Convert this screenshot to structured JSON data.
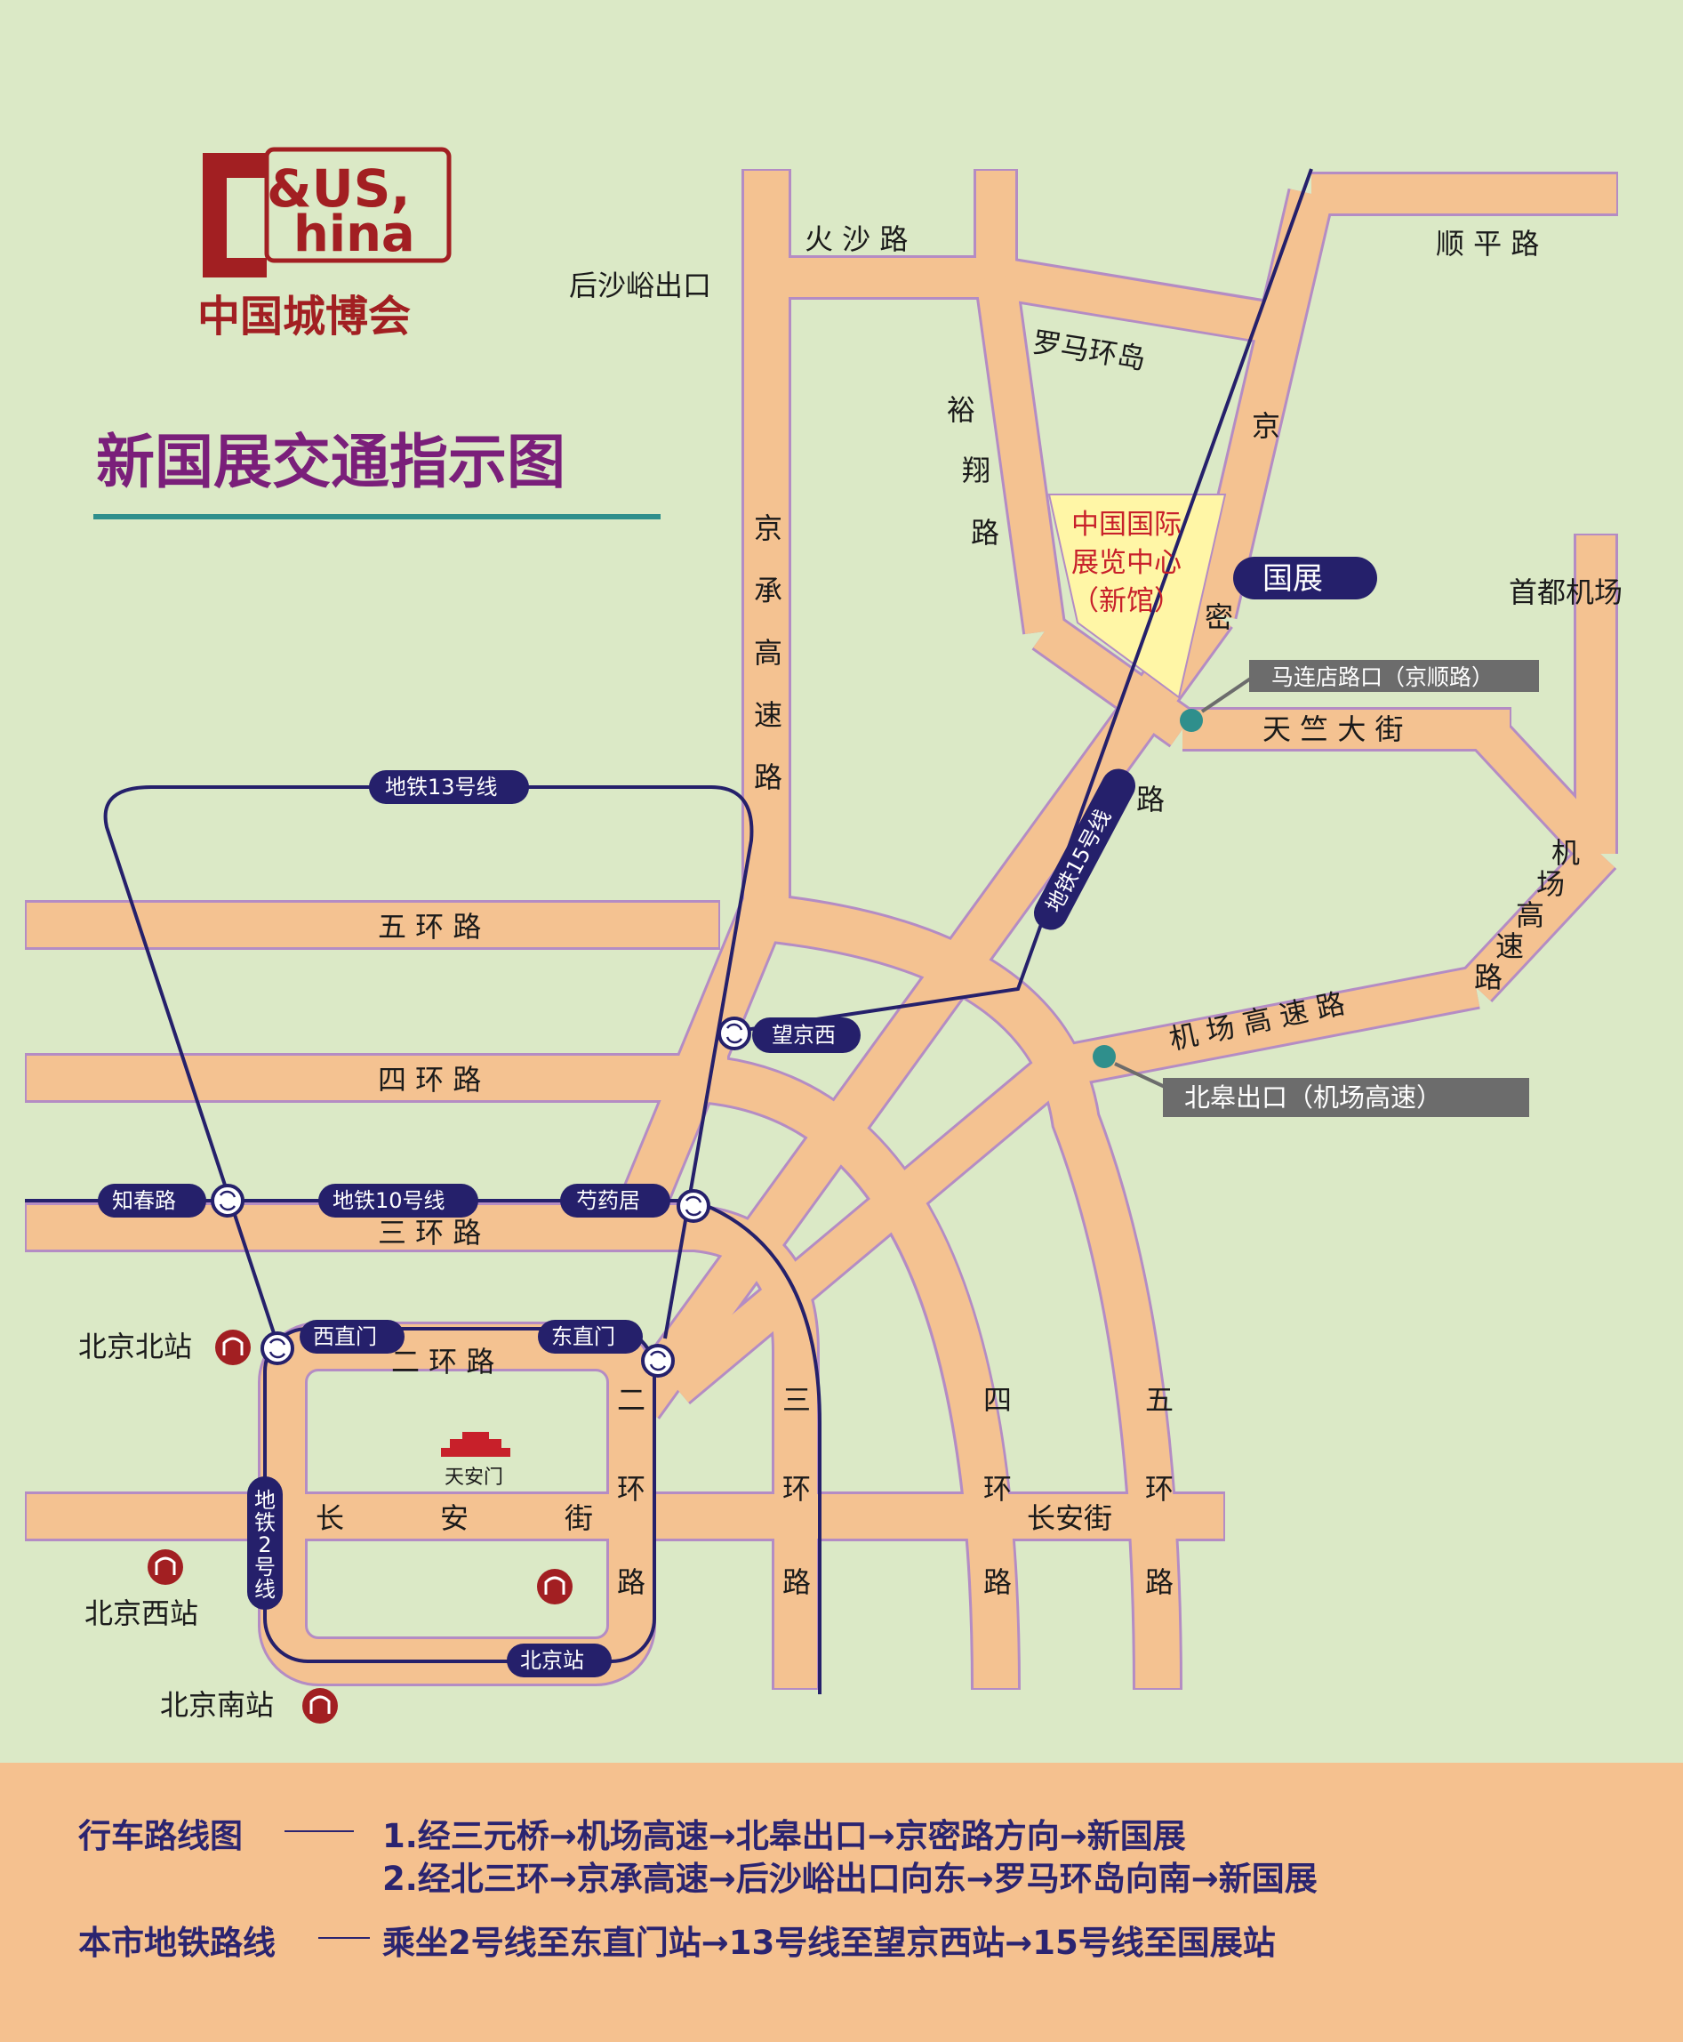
{
  "header": {
    "logo": {
      "text": "&US, China",
      "subtitle": "中国城博会"
    },
    "title": "新国展交通指示图"
  },
  "venue": {
    "line1": "中国国际",
    "line2": "展览中心",
    "line3": "（新馆）"
  },
  "station_guozhan": "国展",
  "roads": {
    "huosha": "火 沙 路",
    "shunping": "顺 平 路",
    "houshayu_exit": "后沙峪出口",
    "luoma": "罗马环岛",
    "yuxiang": [
      "裕",
      "翔",
      "路"
    ],
    "jingcheng": [
      "京",
      "承",
      "高",
      "速",
      "路"
    ],
    "jingmi": [
      "京",
      "密",
      "路"
    ],
    "shoudu_airport": "首都机场",
    "tianzhu": "天 竺 大 街",
    "airport_highway": "机 场 高 速 路",
    "airport_highway_v": [
      "机",
      "场",
      "高",
      "速",
      "路"
    ],
    "ring5": "五  环  路",
    "ring4": "四  环  路",
    "ring3": "三  环  路",
    "ring2": "二  环  路",
    "ring2_v": [
      "二",
      "环",
      "路"
    ],
    "ring3_v": [
      "三",
      "环",
      "路"
    ],
    "ring4_v": [
      "四",
      "环",
      "路"
    ],
    "ring5_v": [
      "五",
      "环",
      "路"
    ],
    "changan": [
      "长",
      "安",
      "街"
    ],
    "changan_east": "长安街"
  },
  "callouts": {
    "maliandian": "马连店路口（京顺路）",
    "beigao": "北皋出口（机场高速）"
  },
  "metro": {
    "line13": "地铁13号线",
    "line15": "地铁15号线",
    "line10": "地铁10号线",
    "line2": "地铁2号线",
    "wangjingxi": "望京西",
    "zhichunlu": "知春路",
    "shaoyaoju": "芍药居",
    "xizhimen": "西直门",
    "dongzhimen": "东直门",
    "beijingzhan": "北京站"
  },
  "stations": {
    "north": "北京北站",
    "west": "北京西站",
    "south": "北京南站",
    "tiananmen": "天安门"
  },
  "colors": {
    "road": "#f4c291",
    "road_edge": "#b48cc4",
    "metro": "#25206b",
    "venue": "#fff6a6",
    "background": "#dbe9c6",
    "footer": "#f5c18f",
    "rail_icon": "#a21f22",
    "teal_dot": "#2f8f8c"
  },
  "footer": {
    "drive_label": "行车路线图",
    "route1": "1.经三元桥→机场高速→北皋出口→京密路方向→新国展",
    "route2": "2.经北三环→京承高速→后沙峪出口向东→罗马环岛向南→新国展",
    "subway_label": "本市地铁路线",
    "subway_route": "乘坐2号线至东直门站→13号线至望京西站→15号线至国展站"
  }
}
